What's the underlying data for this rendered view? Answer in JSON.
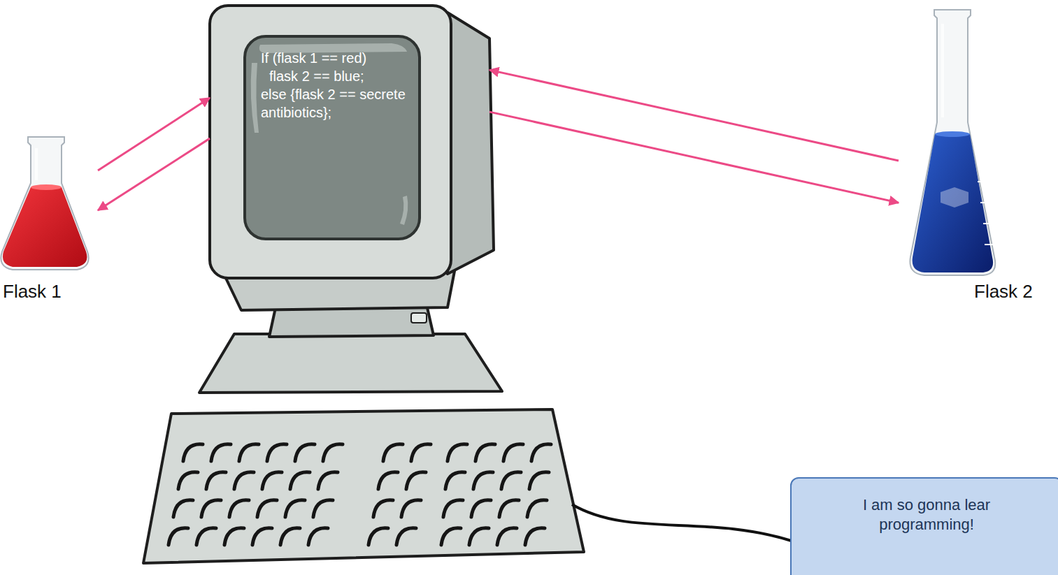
{
  "diagram": {
    "nodes": [
      {
        "text": [
          "Flask 1"
        ]
      },
      {
        "text": [
          "If (flask 1 == red)",
          "flask 2 == blue;",
          "else {flask 2 == secrete antibiotics};"
        ]
      },
      {
        "text": [
          "Flask 2"
        ]
      },
      {
        "text": [
          "I am so gonna lear programming!"
        ]
      }
    ],
    "edges": [
      {
        "from": 0,
        "to": 1,
        "arrow": "to"
      },
      {
        "from": 1,
        "to": 0,
        "arrow": "to"
      },
      {
        "from": 1,
        "to": 2,
        "arrow": "to"
      },
      {
        "from": 2,
        "to": 1,
        "arrow": "to"
      }
    ]
  }
}
